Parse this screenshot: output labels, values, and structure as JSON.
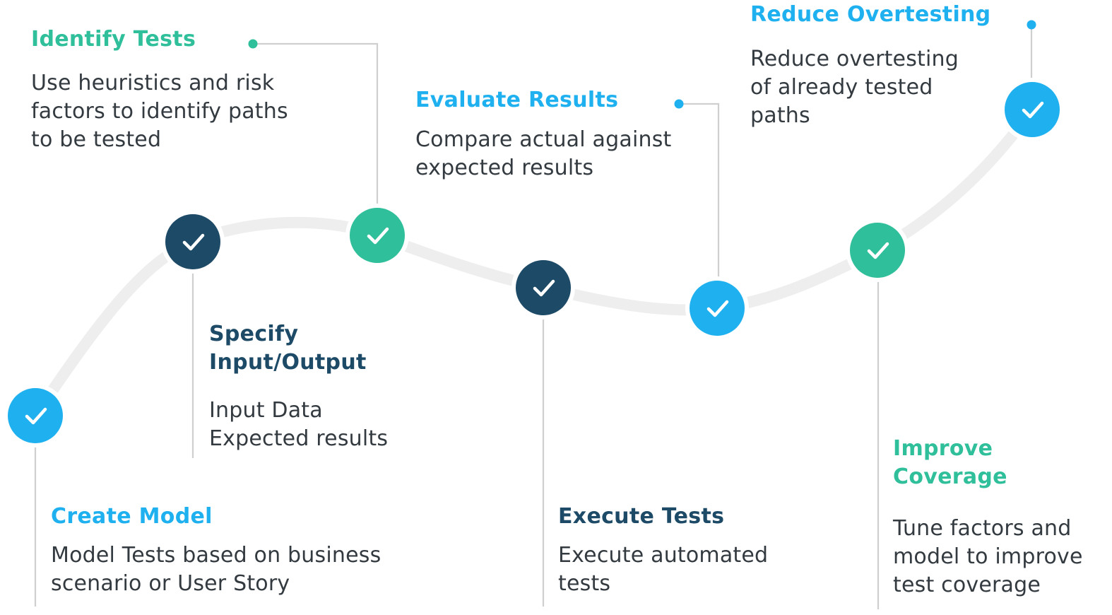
{
  "colors": {
    "teal": "#2fbf9a",
    "blue": "#1fb1ef",
    "navy": "#1d4a66",
    "path": "#eeeeee",
    "connector": "#cfcfcf",
    "text": "#333a40"
  },
  "icons": {
    "node": "checkmark-icon"
  },
  "steps": [
    {
      "id": "create",
      "title": "Create Model",
      "description": "Model Tests based on business\nscenario or User Story",
      "color": "blue"
    },
    {
      "id": "specify",
      "title": "Specify\nInput/Output",
      "description": "Input Data\nExpected results",
      "color": "navy"
    },
    {
      "id": "identify",
      "title": "Identify Tests",
      "description": "Use heuristics and risk\nfactors to identify paths\nto be tested",
      "color": "teal"
    },
    {
      "id": "execute",
      "title": "Execute Tests",
      "description": "Execute automated\ntests",
      "color": "navy"
    },
    {
      "id": "evaluate",
      "title": "Evaluate Results",
      "description": "Compare actual against\nexpected results",
      "color": "blue"
    },
    {
      "id": "improve",
      "title": "Improve\nCoverage",
      "description": "Tune factors and\nmodel to improve\ntest coverage",
      "color": "teal"
    },
    {
      "id": "reduce",
      "title": "Reduce Overtesting",
      "description": "Reduce overtesting\nof already tested\npaths",
      "color": "blue"
    }
  ]
}
